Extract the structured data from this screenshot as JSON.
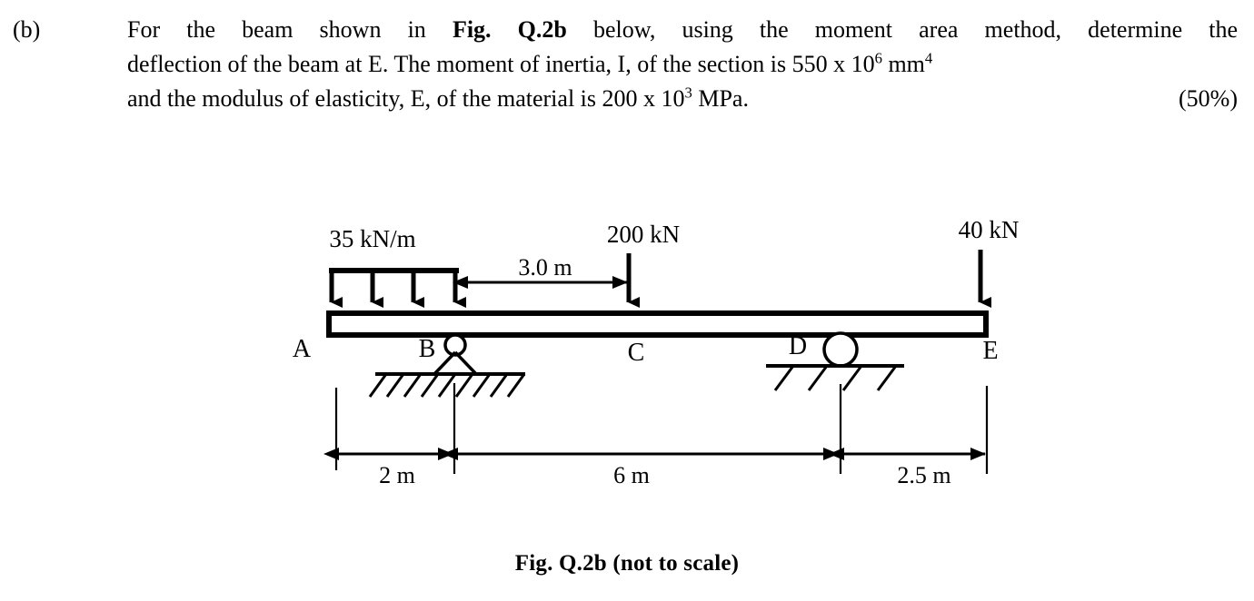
{
  "question": {
    "label": "(b)",
    "line1_pre": "For the beam shown in ",
    "line1_bold": "Fig. Q.2b",
    "line1_post": " below, using the moment area method, determine the",
    "line2_a": "deflection of the beam at E.  The moment of inertia, I, of the section is 550 x 10",
    "line2_exp": "6",
    "line2_b": " mm",
    "line2_exp2": "4",
    "line3_a": "and the modulus of elasticity, E, of the material is 200 x 10",
    "line3_exp": "3",
    "line3_b": " MPa.",
    "marks": "(50%)"
  },
  "figure": {
    "caption": "Fig. Q.2b (not to scale)",
    "loads": {
      "udl": "35 kN/m",
      "point_c": "200 kN",
      "point_e": "40 kN"
    },
    "dimensions": {
      "udl_to_c": "3.0 m",
      "a_to_b": "2 m",
      "b_to_d": "6 m",
      "d_to_e": "2.5 m"
    },
    "nodes": {
      "a": "A",
      "b": "B",
      "c": "C",
      "d": "D",
      "e": "E"
    },
    "supports": {
      "b_type": "pin-support",
      "d_type": "roller-support"
    },
    "colors": {
      "ink": "#000000",
      "paper": "#ffffff"
    }
  }
}
